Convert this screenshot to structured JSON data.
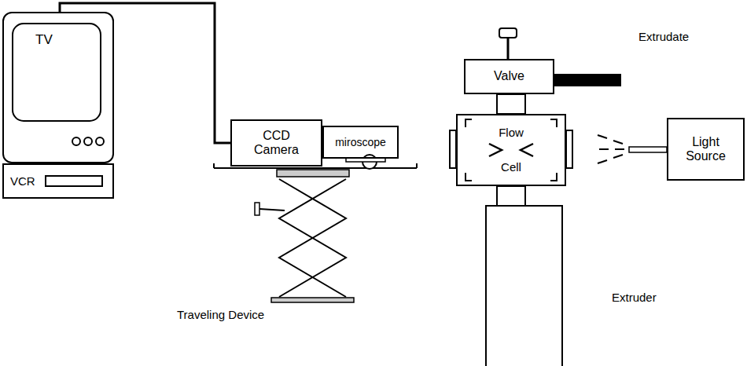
{
  "diagram": {
    "nodes": [
      {
        "text": [
          "TV"
        ]
      },
      {
        "text": [
          "VCR"
        ]
      },
      {
        "text": [
          "CCD Camera"
        ]
      },
      {
        "text": [
          "miroscope"
        ]
      },
      {
        "text": [
          "Valve"
        ]
      },
      {
        "text": [
          "Flow Cell"
        ]
      },
      {
        "text": [
          "Light Source"
        ]
      }
    ],
    "edges": [
      {
        "from": 0,
        "to": 2,
        "arrow": "none"
      }
    ],
    "labels": [
      "Extrudate",
      "Traveling Device",
      "Extruder"
    ]
  }
}
